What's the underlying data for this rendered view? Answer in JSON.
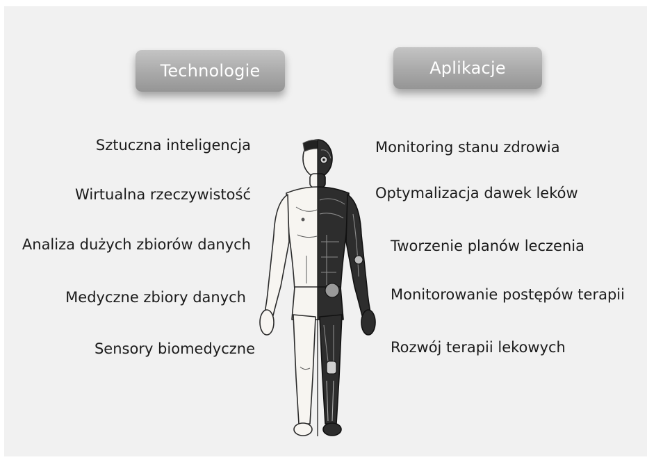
{
  "headers": {
    "technologies": "Technologie",
    "applications": "Aplikacje"
  },
  "technologies": [
    "Sztuczna inteligencja",
    "Wirtualna rzeczywistość",
    "Analiza dużych zbiorów danych",
    "Medyczne zbiory danych",
    "Sensory biomedyczne"
  ],
  "applications": [
    "Monitoring stanu zdrowia",
    "Optymalizacja dawek leków",
    "Tworzenie planów leczenia",
    "Monitorowanie postępów terapii",
    "Rozwój terapii lekowych"
  ],
  "colors": {
    "background": "#f1f1f1",
    "pill": "#a9a9a9",
    "text": "#1b1b1b"
  }
}
